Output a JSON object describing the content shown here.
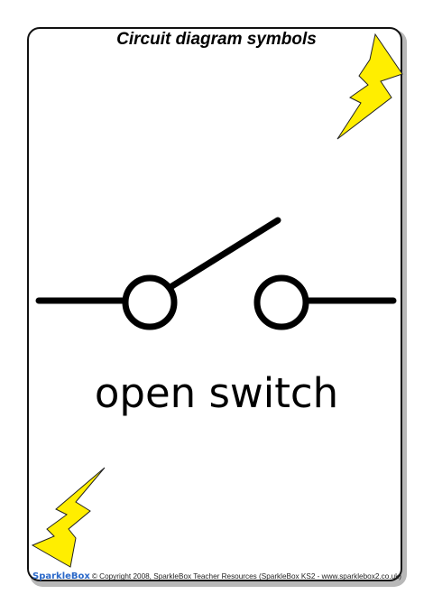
{
  "poster": {
    "title": "Circuit diagram symbols",
    "label": "open switch"
  },
  "footer": {
    "brand": "SparkleBox",
    "copyright": "© Copyright 2008, SparkleBox Teacher Resources (SparkleBox KS2 - www.sparklebox2.co.uk)"
  },
  "icons": {
    "decoration": "lightning-bolt-icon",
    "symbol": "open-switch-icon"
  },
  "colors": {
    "bolt_fill": "#ffee00",
    "brand": "#2a68c8",
    "stroke": "#000000"
  }
}
